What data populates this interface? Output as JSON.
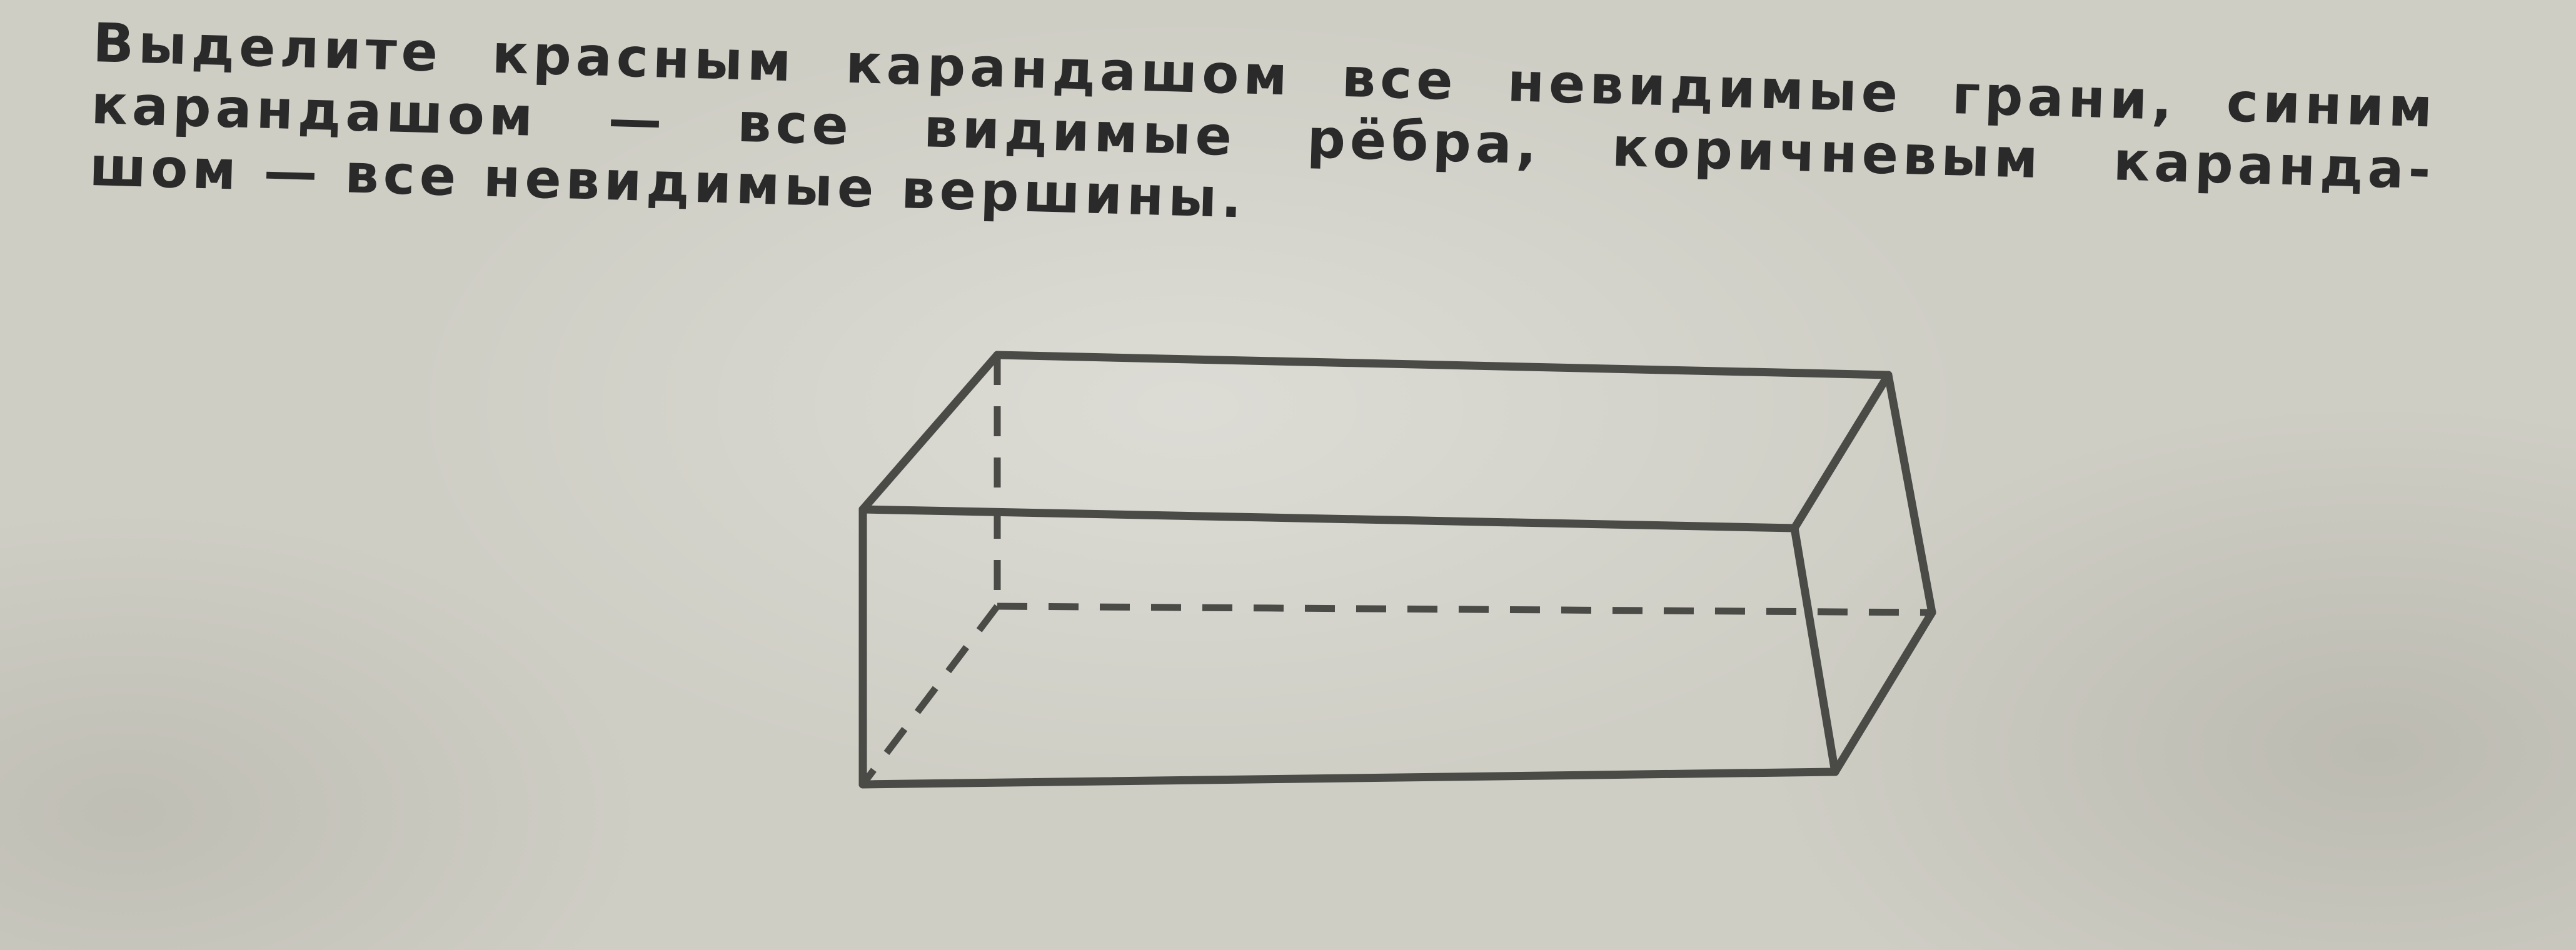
{
  "task": {
    "lines": [
      "Выделите красным карандашом все невидимые грани, синим",
      "карандашом — все видимые рёбра, коричневым каранда-",
      "шом — все невидимые вершины."
    ]
  },
  "colors": {
    "ink": "#2a2a2a",
    "paper": "#cfcec5",
    "drawing": "#4a4a46"
  }
}
